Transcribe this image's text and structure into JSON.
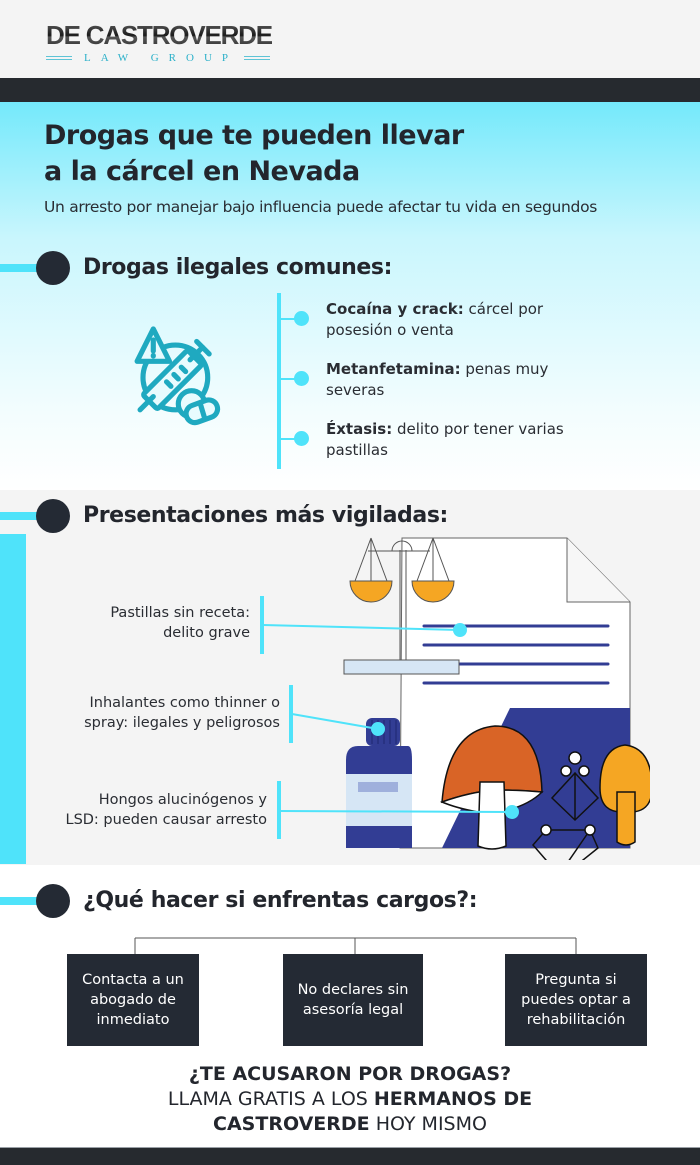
{
  "header": {
    "logo_main": "DE CASTROVERDE",
    "logo_sub": "LAW GROUP"
  },
  "hero": {
    "title_line1": "Drogas que te pueden llevar",
    "title_line2": "a la cárcel en Nevada",
    "subtitle": "Un arresto por manejar bajo influencia puede afectar tu vida en segundos"
  },
  "section1": {
    "heading": "Drogas ilegales comunes:",
    "icon": "syringe-warning-pills-icon",
    "items": [
      {
        "bold": "Cocaína y crack:",
        "text": " cárcel por posesión o venta"
      },
      {
        "bold": "Metanfetamina:",
        "text": " penas muy severas"
      },
      {
        "bold": "Éxtasis:",
        "text": " delito por tener varias pastillas"
      }
    ]
  },
  "section2": {
    "heading": "Presentaciones más vigiladas:",
    "callouts": [
      {
        "line1": "Pastillas sin receta:",
        "line2": "delito grave"
      },
      {
        "line1": "Inhalantes como thinner o",
        "line2": "spray: ilegales y peligrosos"
      },
      {
        "line1": "Hongos alucinógenos y",
        "line2": "LSD: pueden causar arresto"
      }
    ],
    "illustration": "legal-document-scale-bottle-mushrooms-icon"
  },
  "section3": {
    "heading": "¿Qué hacer si enfrentas cargos?:",
    "boxes": [
      "Contacta a un abogado de inmediato",
      "No declares sin asesoría legal",
      "Pregunta si puedes optar a rehabilitación"
    ]
  },
  "cta": {
    "line1": "¿TE ACUSARON POR DROGAS?",
    "line2_regular": "LLAMA GRATIS A LOS ",
    "line2_bold": "HERMANOS DE",
    "line3_bold": "CASTROVERDE",
    "line3_regular": " HOY MISMO"
  },
  "colors": {
    "accent_cyan": "#4fe3fa",
    "dark": "#242a34",
    "navy": "#323d94",
    "orange": "#f5a623",
    "rust": "#d96426",
    "icon_teal": "#1fa9c0"
  }
}
